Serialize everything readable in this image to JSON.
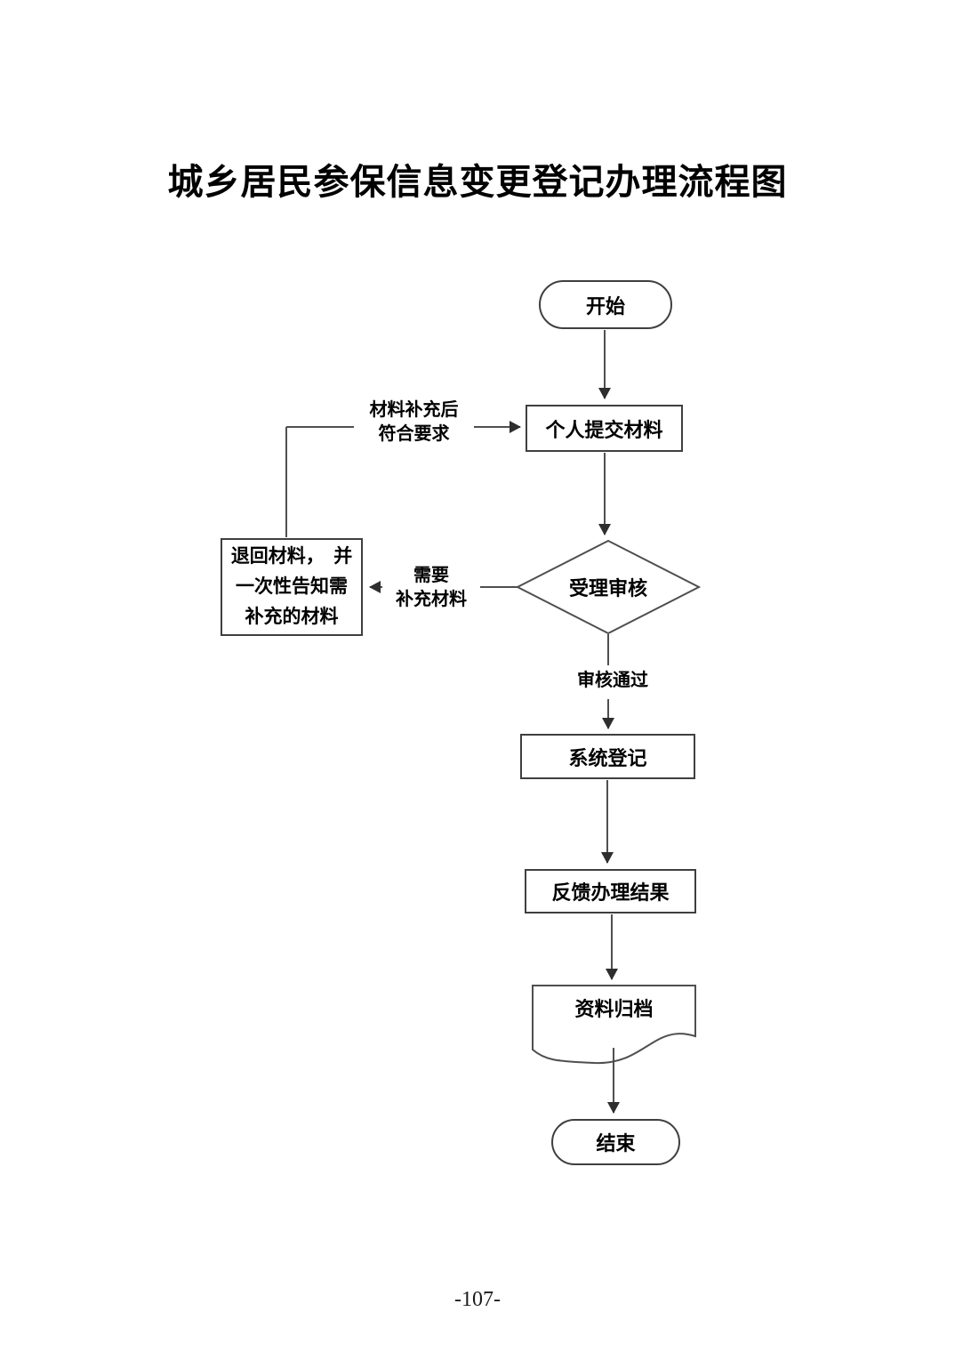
{
  "title": "城乡居民参保信息变更登记办理流程图",
  "page_number": "-107-",
  "flowchart": {
    "nodes": {
      "start": "开始",
      "submit": "个人提交材料",
      "review": "受理审核",
      "return_materials": "退回材料，　并\n一次性告知需\n补充的材料",
      "register": "系统登记",
      "feedback": "反馈办理结果",
      "archive": "资料归档",
      "end": "结束"
    },
    "edge_labels": {
      "resubmit": "材料补充后\n符合要求",
      "need_supplement": "需要\n补充材料",
      "approved": "审核通过"
    },
    "colors": {
      "line": "#4f4f4f",
      "border": "#3f3f3f",
      "arrowhead": "#2e2e2e",
      "text": "#000000",
      "background": "#ffffff"
    }
  }
}
